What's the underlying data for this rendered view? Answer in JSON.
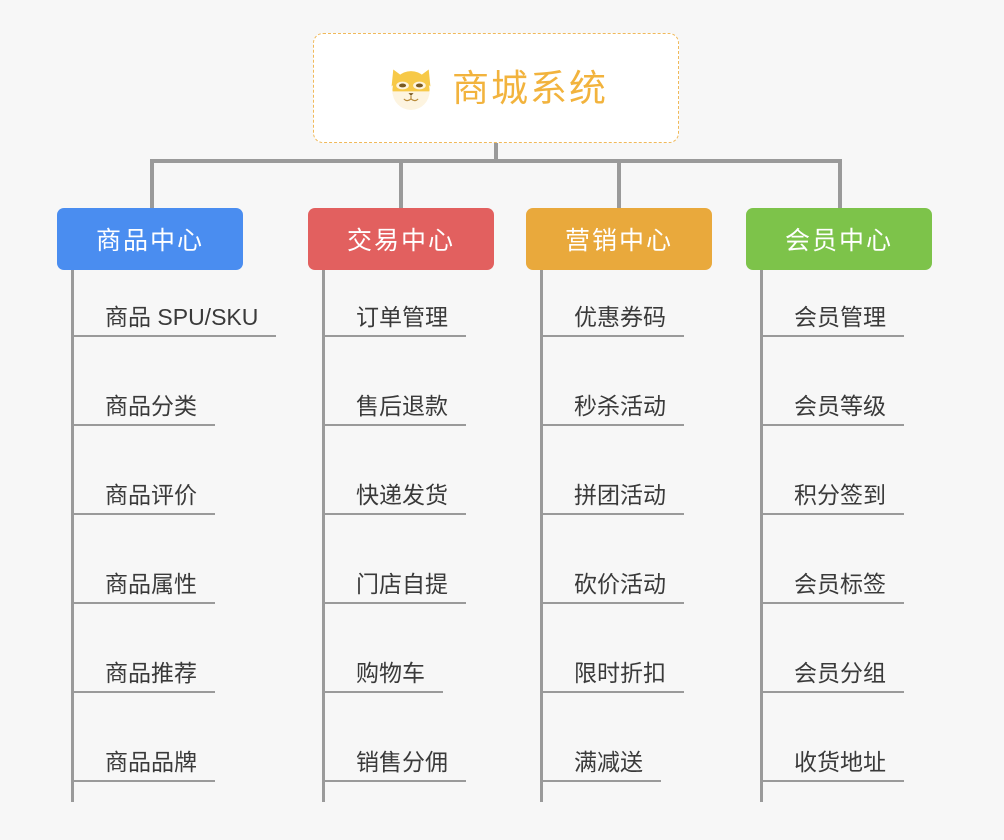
{
  "page": {
    "background_color": "#f7f7f7",
    "diagram_type": "org-chart",
    "connector_color": "#9a9a9a"
  },
  "root": {
    "title": "商城系统",
    "icon": "shiba-dog-icon",
    "title_color": "#f2b33d",
    "border_color": "#f0b95a",
    "background_color": "#ffffff"
  },
  "categories": [
    {
      "label": "商品中心",
      "color": "#4a8df0",
      "items": [
        "商品 SPU/SKU",
        "商品分类",
        "商品评价",
        "商品属性",
        "商品推荐",
        "商品品牌"
      ]
    },
    {
      "label": "交易中心",
      "color": "#e2605f",
      "items": [
        "订单管理",
        "售后退款",
        "快递发货",
        "门店自提",
        "购物车",
        "销售分佣"
      ]
    },
    {
      "label": "营销中心",
      "color": "#e9a93c",
      "items": [
        "优惠券码",
        "秒杀活动",
        "拼团活动",
        "砍价活动",
        "限时折扣",
        "满减送"
      ]
    },
    {
      "label": "会员中心",
      "color": "#7dc34a",
      "items": [
        "会员管理",
        "会员等级",
        "积分签到",
        "会员标签",
        "会员分组",
        "收货地址"
      ]
    }
  ],
  "layout": {
    "category_x": [
      57,
      308,
      526,
      746
    ],
    "category_width": [
      186,
      186,
      186,
      186
    ],
    "row_baselines": [
      67,
      156,
      245,
      334,
      423,
      512
    ]
  }
}
